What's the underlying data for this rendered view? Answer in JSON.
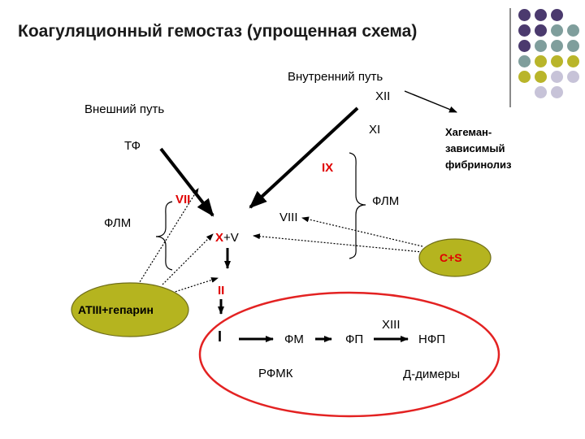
{
  "title": "Коагуляционный гемостаз (упрощенная схема)",
  "colors": {
    "purple": "#4b3a6e",
    "teal": "#7f9e9c",
    "olive": "#b9b52a",
    "lavender": "#c7c3d8",
    "ellipse_fill": "#b5b41f",
    "red_outline": "#e32222"
  },
  "labels": {
    "internal_path": "Внутренний путь",
    "xii": "XII",
    "external_path": "Внешний путь",
    "xi": "XI",
    "hageman": "Хагеман-\nзависимый\nфибринолиз",
    "tf": "ТФ",
    "ix": "IX",
    "vii": "VII",
    "flm_right": "ФЛМ",
    "viii": "VIII",
    "flm_left": "ФЛМ",
    "xv_x": "X",
    "xv_v": "+V",
    "cs": "С+S",
    "ii": "II",
    "atiii": "ATIII+гепарин",
    "i": "I",
    "fm": "ФМ",
    "fp": "ФП",
    "xiii": "XIII",
    "nfp": "НФП",
    "rfmk": "РФМК",
    "ddimers": "Д-димеры"
  }
}
